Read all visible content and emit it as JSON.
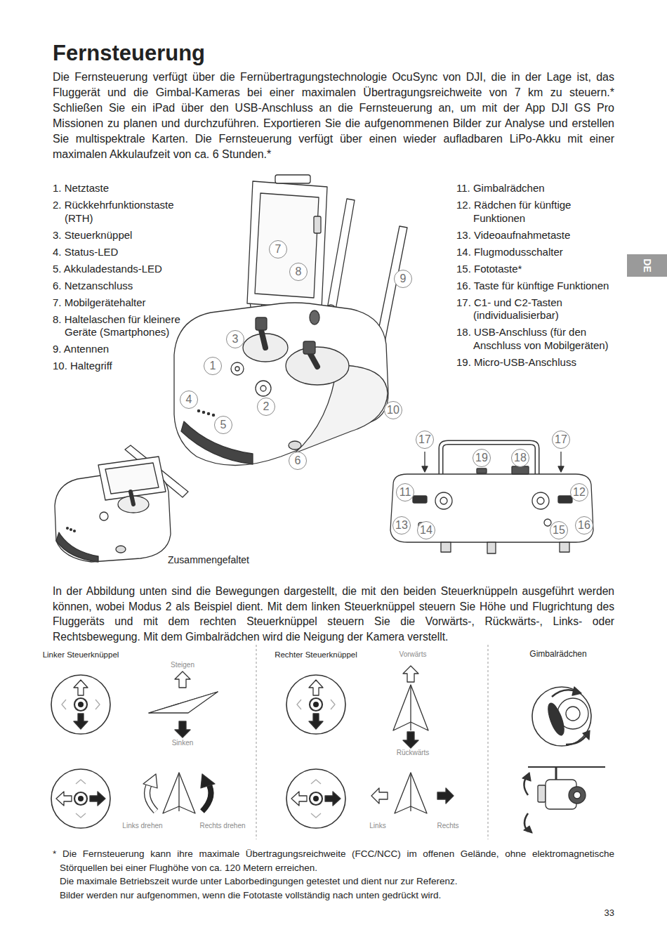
{
  "diagram": {
    "title": "Fernsteuerung",
    "nodes": [
      {
        "text": [
          "DE"
        ]
      },
      {
        "text": [
          "7"
        ]
      },
      {
        "text": [
          "8"
        ]
      },
      {
        "text": [
          "9"
        ]
      },
      {
        "text": [
          "3"
        ]
      },
      {
        "text": [
          "1"
        ]
      },
      {
        "text": [
          "4"
        ]
      },
      {
        "text": [
          "2"
        ]
      },
      {
        "text": [
          "10"
        ]
      },
      {
        "text": [
          "5"
        ]
      },
      {
        "text": [
          "6"
        ]
      },
      {
        "text": [
          "17"
        ]
      },
      {
        "text": [
          "17"
        ]
      },
      {
        "text": [
          "19"
        ]
      },
      {
        "text": [
          "18"
        ]
      },
      {
        "text": [
          "11"
        ]
      },
      {
        "text": [
          "12"
        ]
      },
      {
        "text": [
          "13"
        ]
      },
      {
        "text": [
          "16"
        ]
      },
      {
        "text": [
          "14"
        ]
      },
      {
        "text": [
          "15"
        ]
      }
    ],
    "labels": [
      "Die Fernsteuerung verfügt über die Fernübertragungstechnologie OcuSync von DJI, die in der Lage ist, das Fluggerät und die Gimbal-Kameras bei einer maximalen Übertragungsreichweite von 7 km zu steuern.* Schließen Sie ein iPad über den USB-Anschluss an die Fernsteuerung an, um mit der App DJI GS Pro Missionen zu planen und durchzuführen. Exportieren Sie die aufgenommenen Bilder zur Analyse und erstellen Sie multispektrale Karten. Die Fernsteuerung verfügt über einen wieder aufladbaren LiPo-Akku mit einer maximalen Akkulaufzeit von ca. 6 Stunden.*",
      "1. Netztaste",
      "2. Rückkehrfunktionstaste (RTH)",
      "3. Steuerknüppel",
      "4. Status-LED",
      "5. Akkuladestands-LED",
      "6. Netzanschluss",
      "7. Mobilgerätehalter",
      "8. Haltelaschen für kleinere Geräte (Smartphones)",
      "9. Antennen",
      "10. Haltegriff",
      "11. Gimbalrädchen",
      "12. Rädchen für künftige Funktionen",
      "13. Videoaufnahmetaste",
      "14. Flugmodusschalter",
      "15. Fototaste*",
      "16. Taste für künftige Funktionen",
      "17. C1- und C2-Tasten (individualisierbar)",
      "18. USB-Anschluss (für den Anschluss von Mobilgeräten)",
      "19. Micro-USB-Anschluss",
      "Zusammengefaltet",
      "In der Abbildung unten sind die Bewegungen dargestellt, die mit den beiden Steuerknüppeln ausgeführt werden können, wobei Modus 2 als Beispiel dient. Mit dem linken Steuerknüppel steuern Sie Höhe und Flugrichtung des Fluggeräts und mit dem rechten Steuerknüppel steuern Sie die Vorwärts-, Rückwärts-, Links- oder Rechtsbewegung. Mit dem Gimbalrädchen wird die Neigung der Kamera verstellt.",
      "Linker Steuerknüppel",
      "Steigen",
      "Sinken",
      "Links drehen",
      "Rechts drehen",
      "Rechter Steuerknüppel",
      "Vorwärts",
      "Rückwärts",
      "Links",
      "Rechts",
      "Gimbalrädchen",
      "* Die Fernsteuerung kann ihre maximale Übertragungsreichweite (FCC/NCC) im offenen Gelände, ohne elektromagnetische Störquellen bei einer Flughöhe von ca. 120 Metern erreichen.",
      "Die maximale Betriebszeit wurde unter Laborbedingungen getestet und dient nur zur Referenz.",
      "Bilder werden nur aufgenommen, wenn die Fototaste vollständig nach unten gedrückt wird.",
      "33"
    ]
  }
}
